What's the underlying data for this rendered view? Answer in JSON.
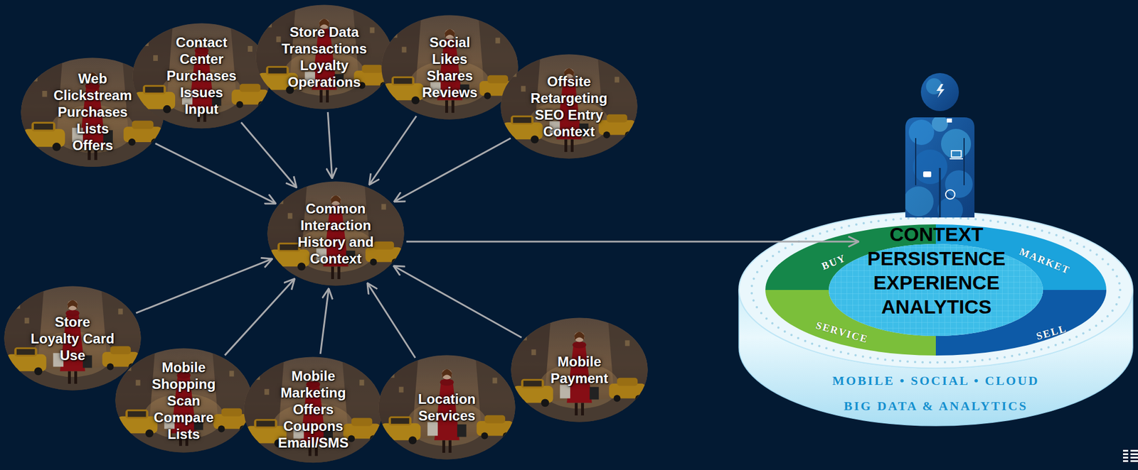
{
  "diagram": {
    "nodes": [
      {
        "text": [
          "Web Clickstream Purchases Lists Offers"
        ]
      },
      {
        "text": [
          "Contact Center Purchases Issues Input"
        ]
      },
      {
        "text": [
          "Store Data Transactions Loyalty Operations"
        ]
      },
      {
        "text": [
          "Social Likes Shares Reviews"
        ]
      },
      {
        "text": [
          "Offsite Retargeting SEO Entry Context"
        ]
      },
      {
        "text": [
          "Common Interaction History and Context"
        ]
      },
      {
        "text": [
          "CONTEXT PERSISTENCE EXPERIENCE ANALYTICS"
        ]
      },
      {
        "text": [
          "Store Loyalty Card Use"
        ]
      },
      {
        "text": [
          "Mobile Shopping Scan Compare Lists"
        ]
      },
      {
        "text": [
          "Mobile Marketing Offers Coupons Email/SMS"
        ]
      },
      {
        "text": [
          "Location Services"
        ]
      },
      {
        "text": [
          "Mobile Payment"
        ]
      }
    ],
    "edges": [
      {
        "from": 0,
        "to": 5,
        "arrow": "to"
      },
      {
        "from": 1,
        "to": 5,
        "arrow": "to"
      },
      {
        "from": 2,
        "to": 5,
        "arrow": "to"
      },
      {
        "from": 3,
        "to": 5,
        "arrow": "to"
      },
      {
        "from": 4,
        "to": 5,
        "arrow": "to"
      },
      {
        "from": 7,
        "to": 5,
        "arrow": "to"
      },
      {
        "from": 8,
        "to": 5,
        "arrow": "to"
      },
      {
        "from": 9,
        "to": 5,
        "arrow": "to"
      },
      {
        "from": 10,
        "to": 5,
        "arrow": "to"
      },
      {
        "from": 11,
        "to": 5,
        "arrow": "to"
      },
      {
        "from": 5,
        "to": 6,
        "arrow": "to"
      }
    ],
    "labels": [
      "BUY",
      "MARKET",
      "SERVICE",
      "SELL",
      "MOBILE • SOCIAL • CLOUD",
      "BIG DATA & ANALYTICS"
    ]
  }
}
